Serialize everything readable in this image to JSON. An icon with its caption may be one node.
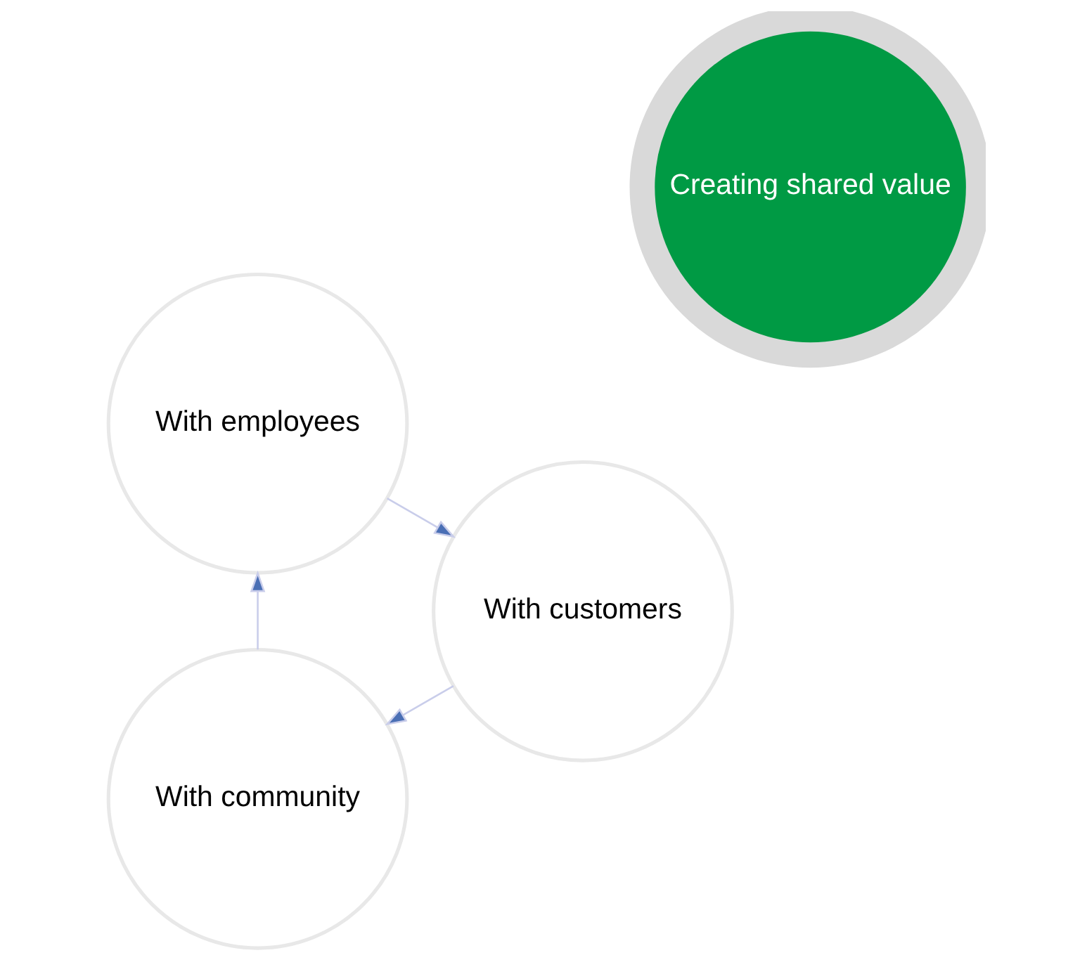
{
  "diagram": {
    "nodes": [
      {
        "text": [
          "Creating shared value"
        ]
      },
      {
        "text": [
          "With community"
        ]
      },
      {
        "text": [
          "With employees"
        ]
      },
      {
        "text": [
          "With customers"
        ]
      }
    ],
    "edges": [
      {
        "from": 1,
        "to": 2,
        "arrow": "to"
      },
      {
        "from": 2,
        "to": 3,
        "arrow": "to"
      },
      {
        "from": 3,
        "to": 1,
        "arrow": "to"
      }
    ]
  }
}
